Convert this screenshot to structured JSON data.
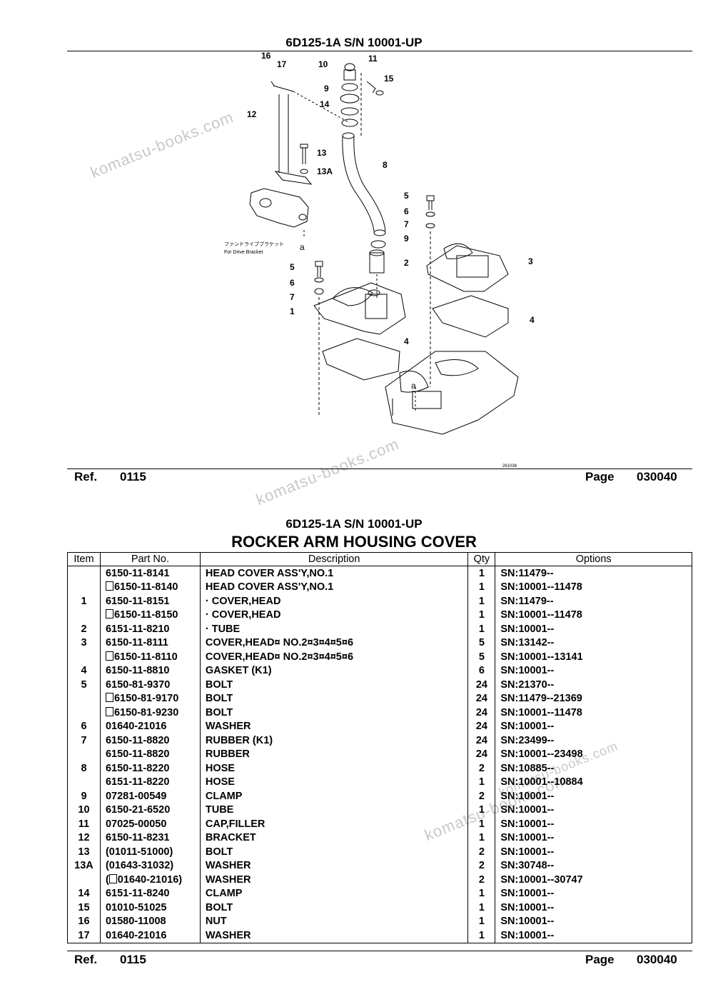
{
  "top": {
    "header": "6D125-1A S/N 10001-UP",
    "diagram_labels": [
      "16",
      "17",
      "10",
      "11",
      "15",
      "9",
      "14",
      "12",
      "13",
      "13A",
      "8",
      "5",
      "6",
      "7",
      "9",
      "2",
      "3",
      "5",
      "6",
      "7",
      "1",
      "4",
      "4",
      "a",
      "a"
    ],
    "bracket_note_jp": "ファンドライブブラケット",
    "bracket_note_en": "For Drive Bracket",
    "drawing_code": "261038",
    "ref_label": "Ref.",
    "ref_value": "0115",
    "page_label": "Page",
    "page_value": "030040"
  },
  "watermarks": [
    "komatsu-books.com",
    "komatsu-books.com",
    "komatsu-books.com",
    "komatsu-books.com"
  ],
  "bottom": {
    "header": "6D125-1A S/N 10001-UP",
    "title": "ROCKER ARM HOUSING COVER",
    "columns": [
      "Item",
      "Part No.",
      "Description",
      "Qty",
      "Options"
    ],
    "rows": [
      {
        "item": "",
        "part": "6150-11-8141",
        "desc": "HEAD COVER ASS'Y,NO.1",
        "qty": "1",
        "opt": "SN:11479--",
        "box": false
      },
      {
        "item": "",
        "part": "6150-11-8140",
        "desc": "HEAD COVER ASS'Y,NO.1",
        "qty": "1",
        "opt": "SN:10001--11478",
        "box": true
      },
      {
        "item": "1",
        "part": "6150-11-8151",
        "desc": "·  COVER,HEAD",
        "qty": "1",
        "opt": "SN:11479--",
        "box": false
      },
      {
        "item": "",
        "part": "6150-11-8150",
        "desc": "·  COVER,HEAD",
        "qty": "1",
        "opt": "SN:10001--11478",
        "box": true
      },
      {
        "item": "2",
        "part": "6151-11-8210",
        "desc": "·  TUBE",
        "qty": "1",
        "opt": "SN:10001--",
        "box": false
      },
      {
        "item": "3",
        "part": "6150-11-8111",
        "desc": "COVER,HEAD¤ NO.2¤3¤4¤5¤6",
        "qty": "5",
        "opt": "SN:13142--",
        "box": false
      },
      {
        "item": "",
        "part": "6150-11-8110",
        "desc": "COVER,HEAD¤ NO.2¤3¤4¤5¤6",
        "qty": "5",
        "opt": "SN:10001--13141",
        "box": true
      },
      {
        "item": "4",
        "part": "6150-11-8810",
        "desc": "GASKET (K1)",
        "qty": "6",
        "opt": "SN:10001--",
        "box": false
      },
      {
        "item": "5",
        "part": "6150-81-9370",
        "desc": "BOLT",
        "qty": "24",
        "opt": "SN:21370--",
        "box": false
      },
      {
        "item": "",
        "part": "6150-81-9170",
        "desc": "BOLT",
        "qty": "24",
        "opt": "SN:11479--21369",
        "box": true
      },
      {
        "item": "",
        "part": "6150-81-9230",
        "desc": "BOLT",
        "qty": "24",
        "opt": "SN:10001--11478",
        "box": true
      },
      {
        "item": "6",
        "part": "01640-21016",
        "desc": "WASHER",
        "qty": "24",
        "opt": "SN:10001--",
        "box": false
      },
      {
        "item": "7",
        "part": "6150-11-8820",
        "desc": "RUBBER (K1)",
        "qty": "24",
        "opt": "SN:23499--",
        "box": false
      },
      {
        "item": "",
        "part": "6150-11-8820",
        "desc": "RUBBER",
        "qty": "24",
        "opt": "SN:10001--23498",
        "box": false
      },
      {
        "item": "8",
        "part": "6150-11-8220",
        "desc": "HOSE",
        "qty": "2",
        "opt": "SN:10885--",
        "box": false
      },
      {
        "item": "",
        "part": "6151-11-8220",
        "desc": "HOSE",
        "qty": "1",
        "opt": "SN:10001--10884",
        "box": false
      },
      {
        "item": "9",
        "part": "07281-00549",
        "desc": "CLAMP",
        "qty": "2",
        "opt": "SN:10001--",
        "box": false
      },
      {
        "item": "10",
        "part": "6150-21-6520",
        "desc": "TUBE",
        "qty": "1",
        "opt": "SN:10001--",
        "box": false
      },
      {
        "item": "11",
        "part": "07025-00050",
        "desc": "CAP,FILLER",
        "qty": "1",
        "opt": "SN:10001--",
        "box": false
      },
      {
        "item": "12",
        "part": "6150-11-8231",
        "desc": "BRACKET",
        "qty": "1",
        "opt": "SN:10001--",
        "box": false
      },
      {
        "item": "13",
        "part": "(01011-51000)",
        "desc": "BOLT",
        "qty": "2",
        "opt": "SN:10001--",
        "box": false
      },
      {
        "item": "13A",
        "part": "(01643-31032)",
        "desc": "WASHER",
        "qty": "2",
        "opt": "SN:30748--",
        "box": false
      },
      {
        "item": "",
        "part": "01640-21016)",
        "part_prefix": "(",
        "desc": "WASHER",
        "qty": "2",
        "opt": "SN:10001--30747",
        "box": true
      },
      {
        "item": "14",
        "part": "6151-11-8240",
        "desc": "CLAMP",
        "qty": "1",
        "opt": "SN:10001--",
        "box": false
      },
      {
        "item": "15",
        "part": "01010-51025",
        "desc": "BOLT",
        "qty": "1",
        "opt": "SN:10001--",
        "box": false
      },
      {
        "item": "16",
        "part": "01580-11008",
        "desc": "NUT",
        "qty": "1",
        "opt": "SN:10001--",
        "box": false
      },
      {
        "item": "17",
        "part": "01640-21016",
        "desc": "WASHER",
        "qty": "1",
        "opt": "SN:10001--",
        "box": false
      }
    ],
    "ref_label": "Ref.",
    "ref_value": "0115",
    "page_label": "Page",
    "page_value": "030040"
  }
}
